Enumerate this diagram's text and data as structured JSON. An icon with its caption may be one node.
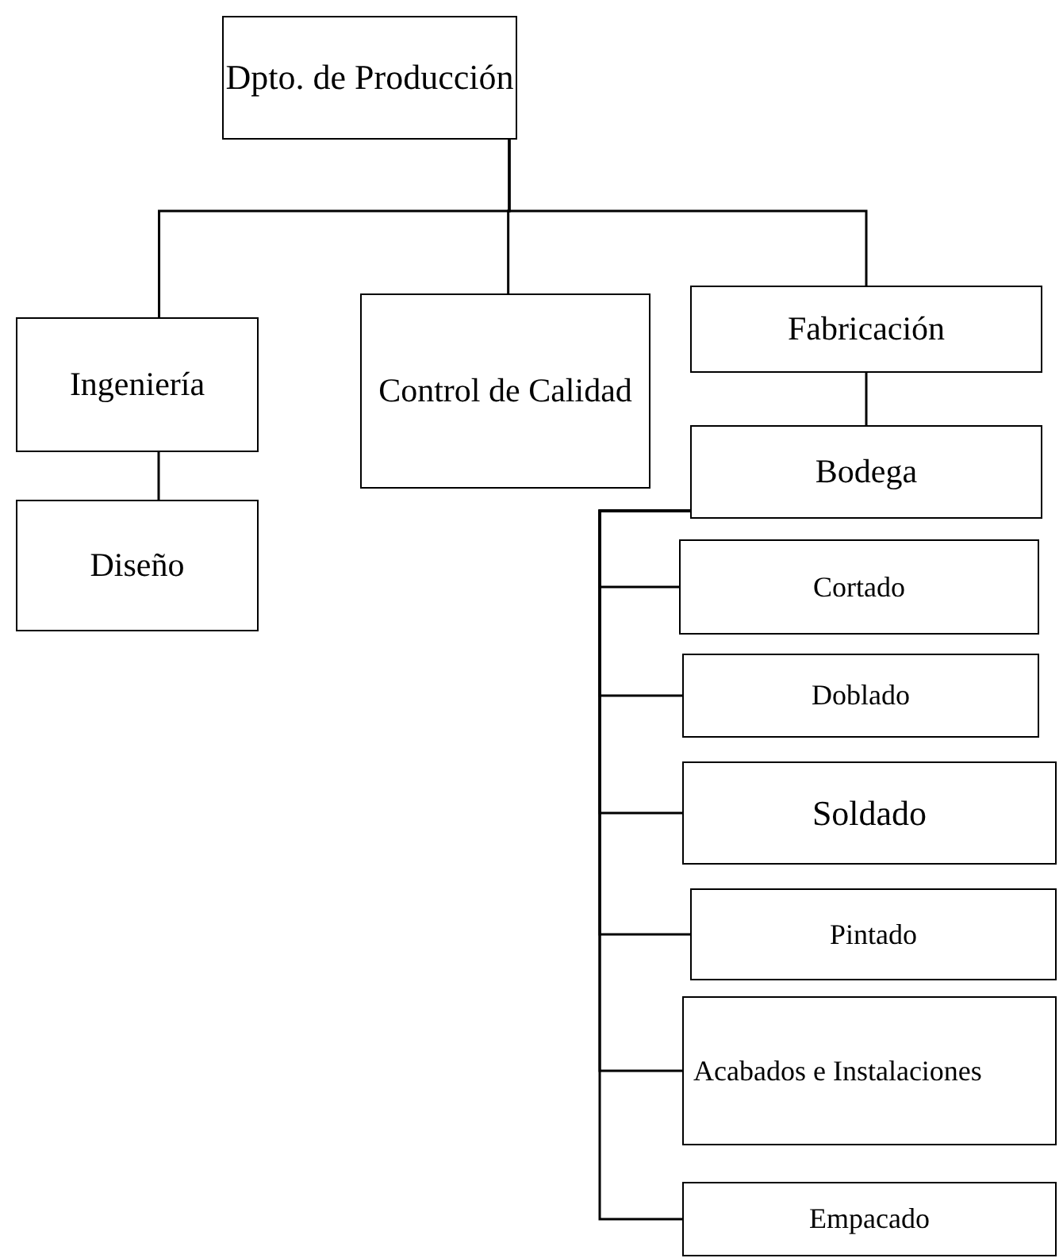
{
  "diagram": {
    "nodes": [
      {
        "text": [
          "Dpto. de Producción"
        ]
      },
      {
        "text": [
          "Ingeniería"
        ]
      },
      {
        "text": [
          "Diseño"
        ]
      },
      {
        "text": [
          "Control de Calidad"
        ]
      },
      {
        "text": [
          "Fabricación"
        ]
      },
      {
        "text": [
          "Bodega"
        ]
      },
      {
        "text": [
          "Cortado"
        ]
      },
      {
        "text": [
          "Doblado"
        ]
      },
      {
        "text": [
          "Soldado"
        ]
      },
      {
        "text": [
          "Pintado"
        ]
      },
      {
        "text": [
          "Acabados e Instalaciones"
        ]
      },
      {
        "text": [
          "Empacado"
        ]
      }
    ],
    "edges": [
      {
        "from": 0,
        "to": 1,
        "arrow": "none"
      },
      {
        "from": 0,
        "to": 3,
        "arrow": "none"
      },
      {
        "from": 0,
        "to": 4,
        "arrow": "none"
      },
      {
        "from": 1,
        "to": 2,
        "arrow": "none"
      },
      {
        "from": 4,
        "to": 5,
        "arrow": "none"
      },
      {
        "from": 5,
        "to": 6,
        "arrow": "none"
      },
      {
        "from": 5,
        "to": 7,
        "arrow": "none"
      },
      {
        "from": 5,
        "to": 8,
        "arrow": "none"
      },
      {
        "from": 5,
        "to": 9,
        "arrow": "none"
      },
      {
        "from": 5,
        "to": 10,
        "arrow": "none"
      },
      {
        "from": 5,
        "to": 11,
        "arrow": "none"
      }
    ]
  }
}
